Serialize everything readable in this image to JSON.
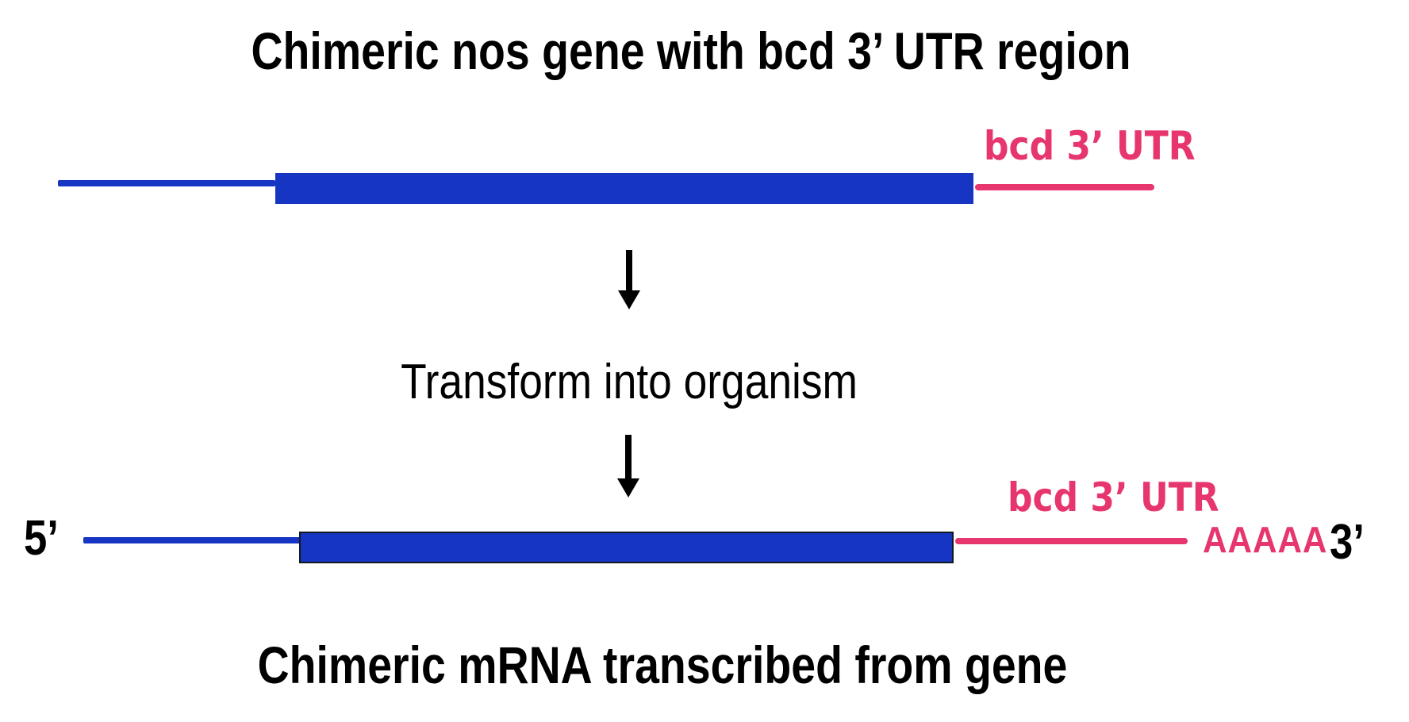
{
  "colors": {
    "gene_blue": "#1535c2",
    "utr_pink": "#e7356e",
    "text_black": "#000000",
    "mrna_border": "#16181f"
  },
  "header": {
    "title": "Chimeric nos gene with bcd 3’ UTR region"
  },
  "gene_construct": {
    "utr_label": "bcd 3’ UTR"
  },
  "process": {
    "step_label": "Transform into organism"
  },
  "mrna_construct": {
    "five_prime_label": "5’",
    "utr_label": "bcd 3’ UTR",
    "poly_a_tail": "AAAAA",
    "three_prime_label": "3’"
  },
  "footer": {
    "title": "Chimeric mRNA transcribed from gene"
  }
}
